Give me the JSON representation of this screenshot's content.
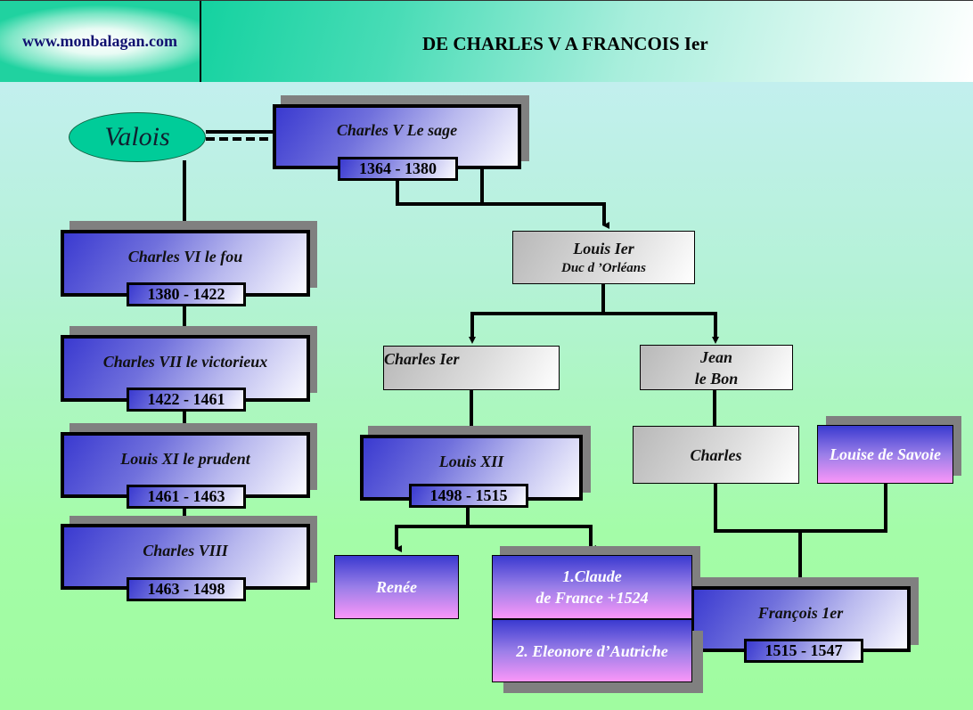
{
  "header": {
    "site": "www.monbalagan.com",
    "title": "DE CHARLES V A FRANCOIS Ier"
  },
  "colors": {
    "accent_teal": "#00cc99",
    "king_blue": "#3a3ad0",
    "pink": "#fa96f8",
    "shadow": "#808080"
  },
  "tree": {
    "dynasty": "Valois",
    "kings": {
      "charles_v": {
        "name": "Charles V Le sage",
        "years": "1364 - 1380"
      },
      "charles_vi": {
        "name": "Charles VI le fou",
        "years": "1380 - 1422"
      },
      "charles_vii": {
        "name": "Charles VII le victorieux",
        "years": "1422 - 1461"
      },
      "louis_xi": {
        "name": "Louis XI le prudent",
        "years": "1461 - 1463"
      },
      "charles_viii": {
        "name": "Charles VIII",
        "years": "1463 - 1498"
      },
      "louis_xii": {
        "name": "Louis XII",
        "years": "1498 - 1515"
      },
      "francois_1er": {
        "name": "François 1er",
        "years": "1515 - 1547"
      }
    },
    "others": {
      "louis_ier": {
        "line1": "Louis Ier",
        "line2": "Duc d ’Orléans"
      },
      "charles_ier": {
        "line1": "Charles Ier"
      },
      "jean": {
        "line1": "Jean",
        "line2": "le Bon"
      },
      "charles": {
        "line1": "Charles"
      },
      "louise": {
        "line1": "Louise de Savoie"
      },
      "renee": {
        "line1": "Renée"
      },
      "claude": {
        "line1": "1.Claude",
        "line2": "de France +1524"
      },
      "eleonore": {
        "line1": "2. Eleonore d’Autriche"
      }
    }
  }
}
